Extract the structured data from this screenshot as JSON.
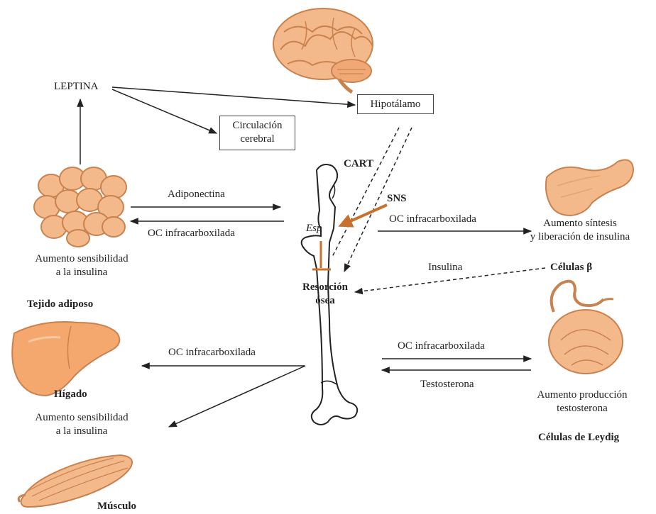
{
  "labels": {
    "leptina": "LEPTINA",
    "hipotalamo": "Hipotálamo",
    "circulacion_line1": "Circulación",
    "circulacion_line2": "cerebral",
    "cart": "CART",
    "sns": "SNS",
    "esp": "Esp",
    "adiponectina": "Adiponectina",
    "oc_adipose": "OC infracarboxilada",
    "oc_pancreas": "OC infracarboxilada",
    "oc_liver": "OC infracarboxilada",
    "oc_testis": "OC infracarboxilada",
    "insulina": "Insulina",
    "celulas_beta": "Células β",
    "testosterona": "Testosterona",
    "resorcion_line1": "Resorción",
    "resorcion_line2": "ósea",
    "adipose_effect_line1": "Aumento sensibilidad",
    "adipose_effect_line2": "a la insulina",
    "tejido_adiposo": "Tejido adiposo",
    "pancreas_effect_line1": "Aumento síntesis",
    "pancreas_effect_line2": "y liberación de insulina",
    "higado": "Hígado",
    "muscle_effect_line1": "Aumento sensibilidad",
    "muscle_effect_line2": "a la insulina",
    "musculo": "Músculo",
    "testis_effect_line1": "Aumento producción",
    "testis_effect_line2": "testosterona",
    "leydig": "Células de Leydig"
  },
  "icons": {
    "brain": "brain-icon",
    "adipose": "adipose-tissue-icon",
    "bone": "femur-bone-icon",
    "pancreas": "pancreas-icon",
    "liver": "liver-icon",
    "testis": "testis-icon",
    "muscle": "muscle-icon"
  },
  "colors": {
    "organ_fill": "#f4b98a",
    "organ_stroke": "#c9824e",
    "accent_arrow": "#c8712e",
    "line": "#222222"
  }
}
